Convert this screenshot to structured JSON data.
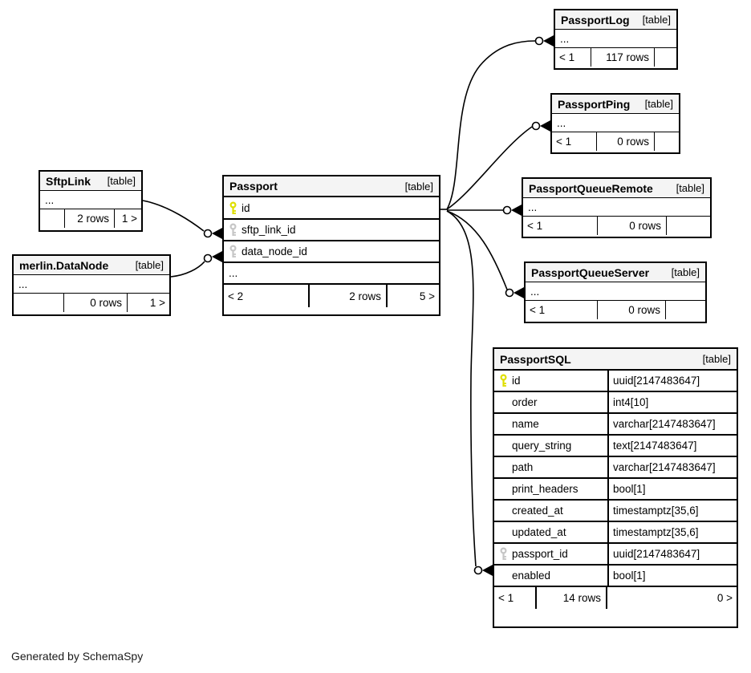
{
  "page": {
    "footer_note": "Generated by SchemaSpy"
  },
  "colors": {
    "border": "#000000",
    "header_bg": "#f4f4f4",
    "pk_key": "#dfdf00",
    "fk_key": "#c6c6c6"
  },
  "tables": {
    "passport": {
      "name": "Passport",
      "tag": "[table]",
      "columns": [
        {
          "name": "id",
          "key": "pk"
        },
        {
          "name": "sftp_link_id",
          "key": "fk"
        },
        {
          "name": "data_node_id",
          "key": "fk"
        },
        {
          "name": "...",
          "key": ""
        }
      ],
      "footer": {
        "left": "< 2",
        "center": "2 rows",
        "right": "5 >"
      }
    },
    "sftp_link": {
      "name": "SftpLink",
      "tag": "[table]",
      "ellipsis": "...",
      "footer": {
        "left": "",
        "center": "2 rows",
        "right": "1 >"
      }
    },
    "data_node": {
      "name": "merlin.DataNode",
      "tag": "[table]",
      "ellipsis": "...",
      "footer": {
        "left": "",
        "center": "0 rows",
        "right": "1 >"
      }
    },
    "passport_log": {
      "name": "PassportLog",
      "tag": "[table]",
      "ellipsis": "...",
      "footer": {
        "left": "< 1",
        "center": "117 rows",
        "right": ""
      }
    },
    "passport_ping": {
      "name": "PassportPing",
      "tag": "[table]",
      "ellipsis": "...",
      "footer": {
        "left": "< 1",
        "center": "0 rows",
        "right": ""
      }
    },
    "passport_queue_remote": {
      "name": "PassportQueueRemote",
      "tag": "[table]",
      "ellipsis": "...",
      "footer": {
        "left": "< 1",
        "center": "0 rows",
        "right": ""
      }
    },
    "passport_queue_server": {
      "name": "PassportQueueServer",
      "tag": "[table]",
      "ellipsis": "...",
      "footer": {
        "left": "< 1",
        "center": "0 rows",
        "right": ""
      }
    },
    "passport_sql": {
      "name": "PassportSQL",
      "tag": "[table]",
      "columns": [
        {
          "name": "id",
          "type": "uuid[2147483647]",
          "key": "pk"
        },
        {
          "name": "order",
          "type": "int4[10]",
          "key": ""
        },
        {
          "name": "name",
          "type": "varchar[2147483647]",
          "key": ""
        },
        {
          "name": "query_string",
          "type": "text[2147483647]",
          "key": ""
        },
        {
          "name": "path",
          "type": "varchar[2147483647]",
          "key": ""
        },
        {
          "name": "print_headers",
          "type": "bool[1]",
          "key": ""
        },
        {
          "name": "created_at",
          "type": "timestamptz[35,6]",
          "key": ""
        },
        {
          "name": "updated_at",
          "type": "timestamptz[35,6]",
          "key": ""
        },
        {
          "name": "passport_id",
          "type": "uuid[2147483647]",
          "key": "fk"
        },
        {
          "name": "enabled",
          "type": "bool[1]",
          "key": ""
        }
      ],
      "footer": {
        "left": "< 1",
        "center": "14 rows",
        "right": "0 >"
      }
    }
  },
  "relationships": [
    {
      "from": "Passport.id",
      "to": "PassportLog"
    },
    {
      "from": "Passport.id",
      "to": "PassportPing"
    },
    {
      "from": "Passport.id",
      "to": "PassportQueueRemote"
    },
    {
      "from": "Passport.id",
      "to": "PassportQueueServer"
    },
    {
      "from": "Passport.id",
      "to": "PassportSQL.passport_id"
    },
    {
      "from": "SftpLink",
      "to": "Passport.sftp_link_id"
    },
    {
      "from": "merlin.DataNode",
      "to": "Passport.data_node_id"
    }
  ]
}
